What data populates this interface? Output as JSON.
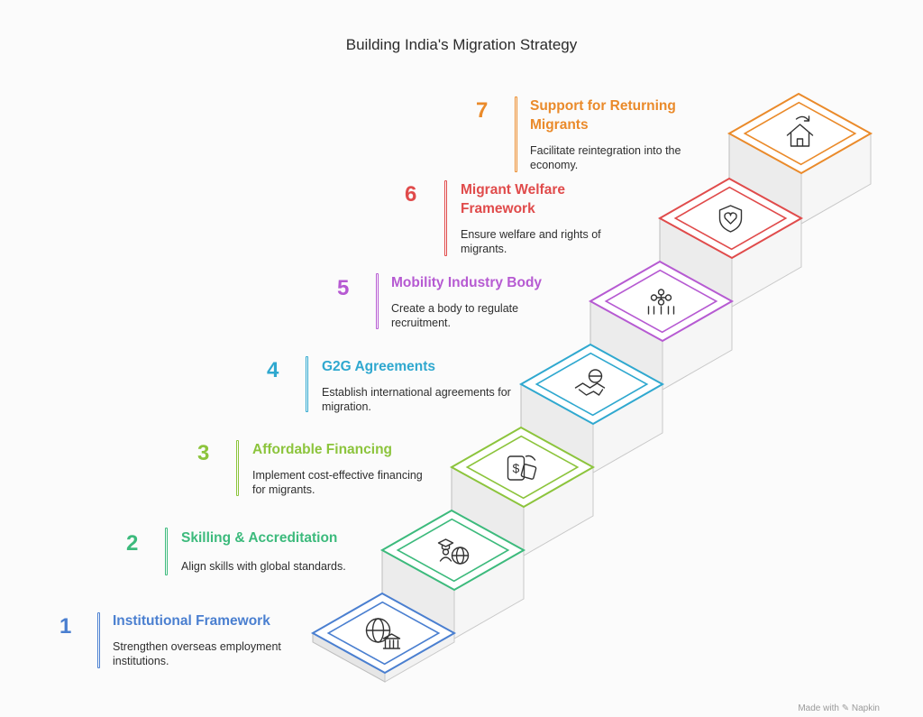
{
  "title": "Building India's Migration Strategy",
  "steps": [
    {
      "num": "1",
      "title": "Institutional Framework",
      "desc": "Strengthen overseas employment institutions.",
      "color": "#4a7fd0",
      "icon": "globe-bank-icon"
    },
    {
      "num": "2",
      "title": "Skilling & Accreditation",
      "desc": "Align skills with global standards.",
      "color": "#3cba7c",
      "icon": "graduate-globe-icon"
    },
    {
      "num": "3",
      "title": "Affordable Financing",
      "desc": "Implement cost-effective financing for migrants.",
      "color": "#8cc43c",
      "icon": "money-phone-icon"
    },
    {
      "num": "4",
      "title": "G2G Agreements",
      "desc": "Establish international agreements for migration.",
      "color": "#2fa8cf",
      "icon": "handshake-globe-icon"
    },
    {
      "num": "5",
      "title": "Mobility Industry Body",
      "desc": "Create a body to regulate recruitment.",
      "color": "#b65ad2",
      "icon": "network-people-icon"
    },
    {
      "num": "6",
      "title": "Migrant Welfare Framework",
      "desc": "Ensure welfare and rights of migrants.",
      "color": "#e04b4b",
      "icon": "shield-heart-icon"
    },
    {
      "num": "7",
      "title": "Support for Returning Migrants",
      "desc": "Facilitate reintegration into the economy.",
      "color": "#ea8a2a",
      "icon": "home-return-icon"
    }
  ],
  "watermark": {
    "prefix": "Made with",
    "pen": "✎",
    "brand": "Napkin"
  }
}
